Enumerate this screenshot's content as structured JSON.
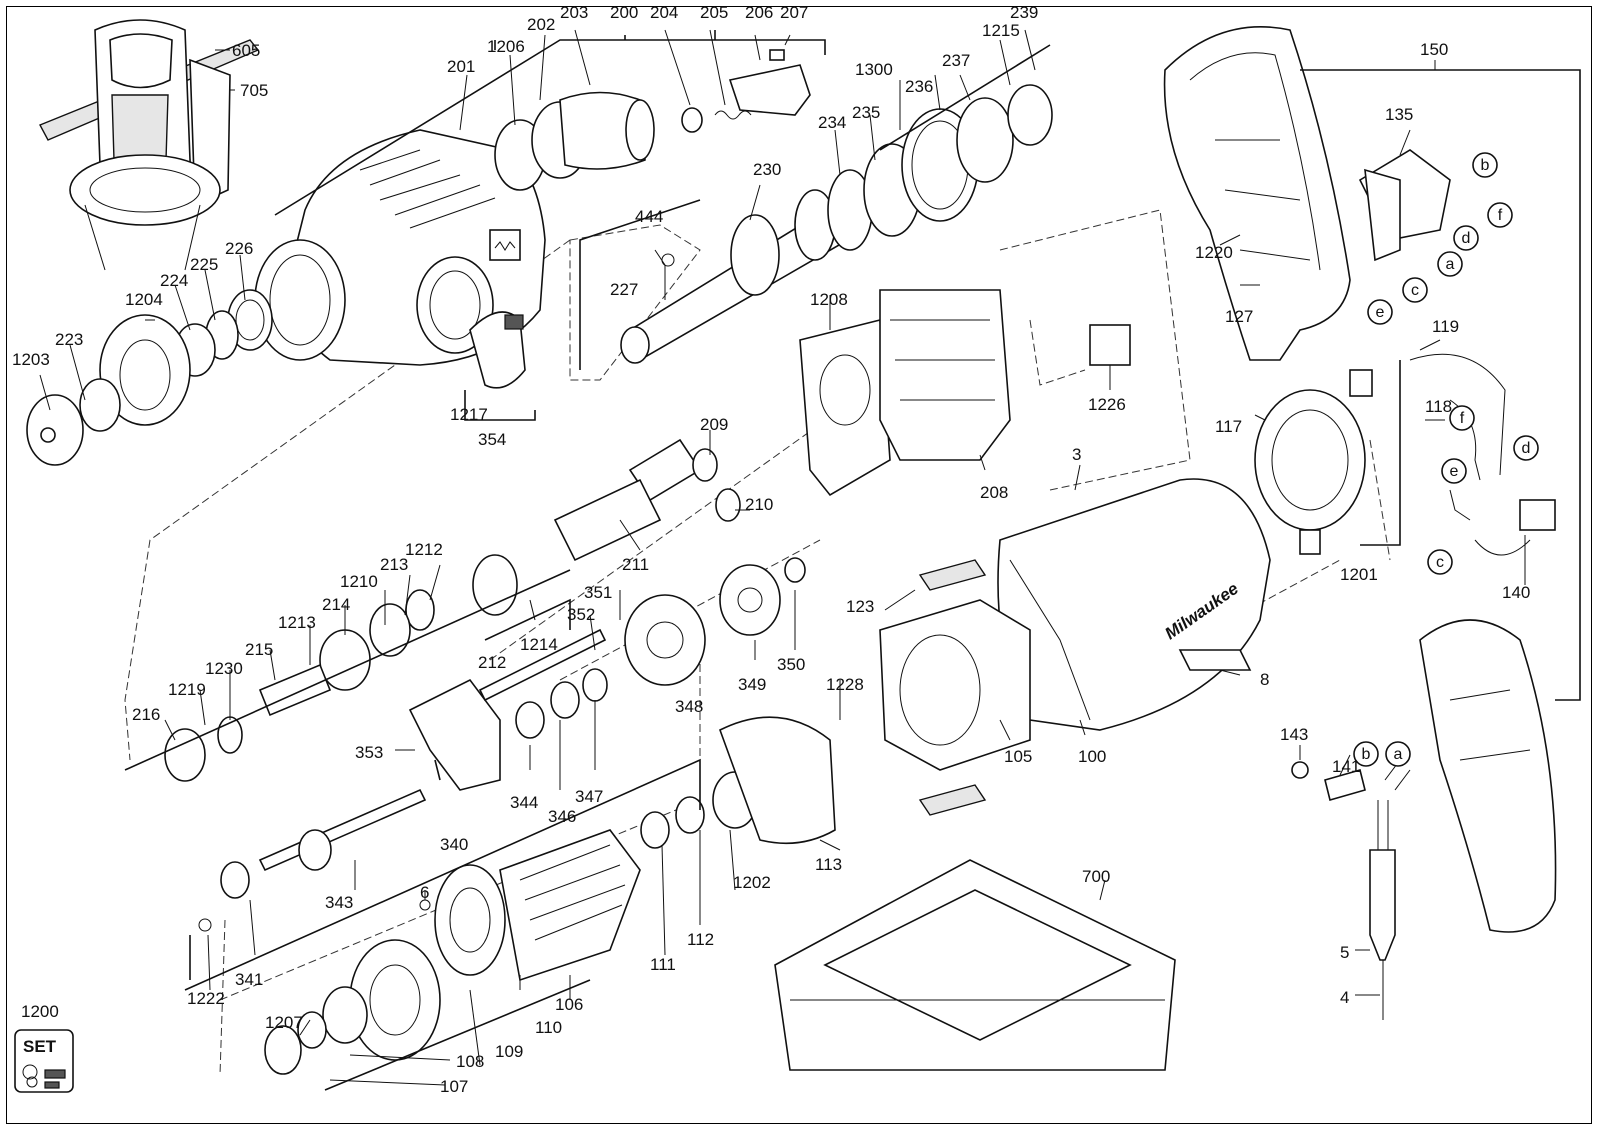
{
  "brand_text": "Milwaukee",
  "set_badge": {
    "label": "SET",
    "part_number": "1200"
  },
  "part_labels": [
    "605",
    "705",
    "201",
    "1206",
    "202",
    "203",
    "200",
    "204",
    "205",
    "206",
    "207",
    "1300",
    "236",
    "237",
    "1215",
    "239",
    "235",
    "234",
    "230",
    "444",
    "227",
    "150",
    "135",
    "1220",
    "127",
    "119",
    "118",
    "117",
    "1201",
    "140",
    "1204",
    "224",
    "225",
    "226",
    "223",
    "1203",
    "1217",
    "354",
    "1208",
    "1226",
    "208",
    "209",
    "210",
    "211",
    "3",
    "123",
    "1212",
    "213",
    "1210",
    "214",
    "1213",
    "215",
    "1230",
    "1219",
    "216",
    "1214",
    "212",
    "352",
    "351",
    "349",
    "350",
    "348",
    "1228",
    "8",
    "105",
    "100",
    "353",
    "344",
    "346",
    "347",
    "340",
    "343",
    "341",
    "1222",
    "6",
    "111",
    "112",
    "1202",
    "113",
    "106",
    "110",
    "109",
    "108",
    "107",
    "1207",
    "700",
    "143",
    "141",
    "5",
    "4"
  ],
  "wire_letters": [
    "b",
    "f",
    "d",
    "a",
    "c",
    "e",
    "f",
    "d",
    "e",
    "c",
    "b",
    "a"
  ]
}
